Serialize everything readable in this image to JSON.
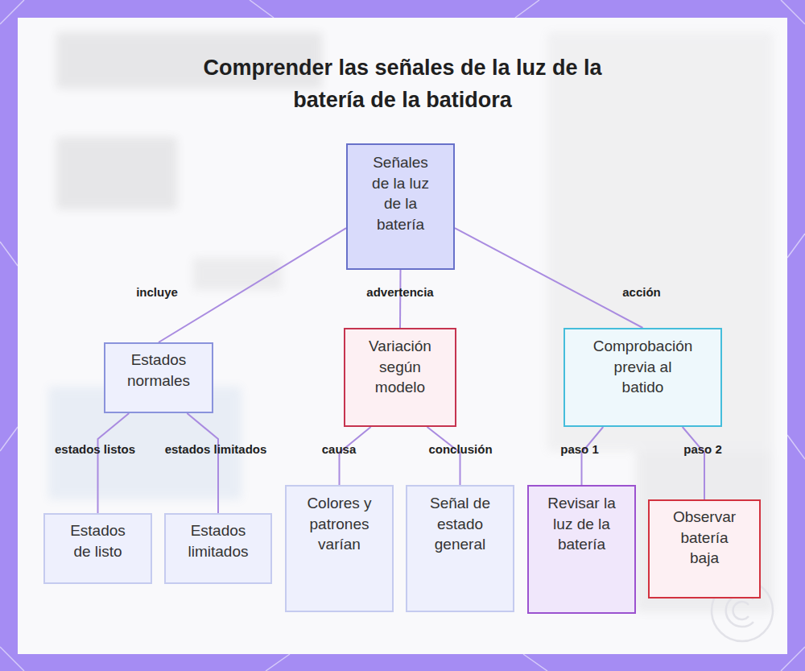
{
  "diagram": {
    "title": "Comprender las señales de la luz de la batería de la batidora",
    "nodes": [
      {
        "text": [
          "Señales de la luz de la batería"
        ]
      },
      {
        "text": [
          "Estados normales"
        ]
      },
      {
        "text": [
          "Variación según modelo"
        ]
      },
      {
        "text": [
          "Comprobación previa al batido"
        ]
      },
      {
        "text": [
          "Estados de listo"
        ]
      },
      {
        "text": [
          "Estados limitados"
        ]
      },
      {
        "text": [
          "Colores y patrones varían"
        ]
      },
      {
        "text": [
          "Señal de estado general"
        ]
      },
      {
        "text": [
          "Revisar la luz de la batería"
        ]
      },
      {
        "text": [
          "Observar batería baja"
        ]
      }
    ],
    "edges": [
      {
        "from": 0,
        "to": 1,
        "label": "incluye",
        "arrow": "none"
      },
      {
        "from": 0,
        "to": 2,
        "label": "advertencia",
        "arrow": "none"
      },
      {
        "from": 0,
        "to": 3,
        "label": "acción",
        "arrow": "none"
      },
      {
        "from": 1,
        "to": 4,
        "label": "estados listos",
        "arrow": "none"
      },
      {
        "from": 1,
        "to": 5,
        "label": "estados limitados",
        "arrow": "none"
      },
      {
        "from": 2,
        "to": 6,
        "label": "causa",
        "arrow": "none"
      },
      {
        "from": 2,
        "to": 7,
        "label": "conclusión",
        "arrow": "none"
      },
      {
        "from": 3,
        "to": 8,
        "label": "paso 1",
        "arrow": "none"
      },
      {
        "from": 3,
        "to": 9,
        "label": "paso 2",
        "arrow": "none"
      }
    ]
  }
}
